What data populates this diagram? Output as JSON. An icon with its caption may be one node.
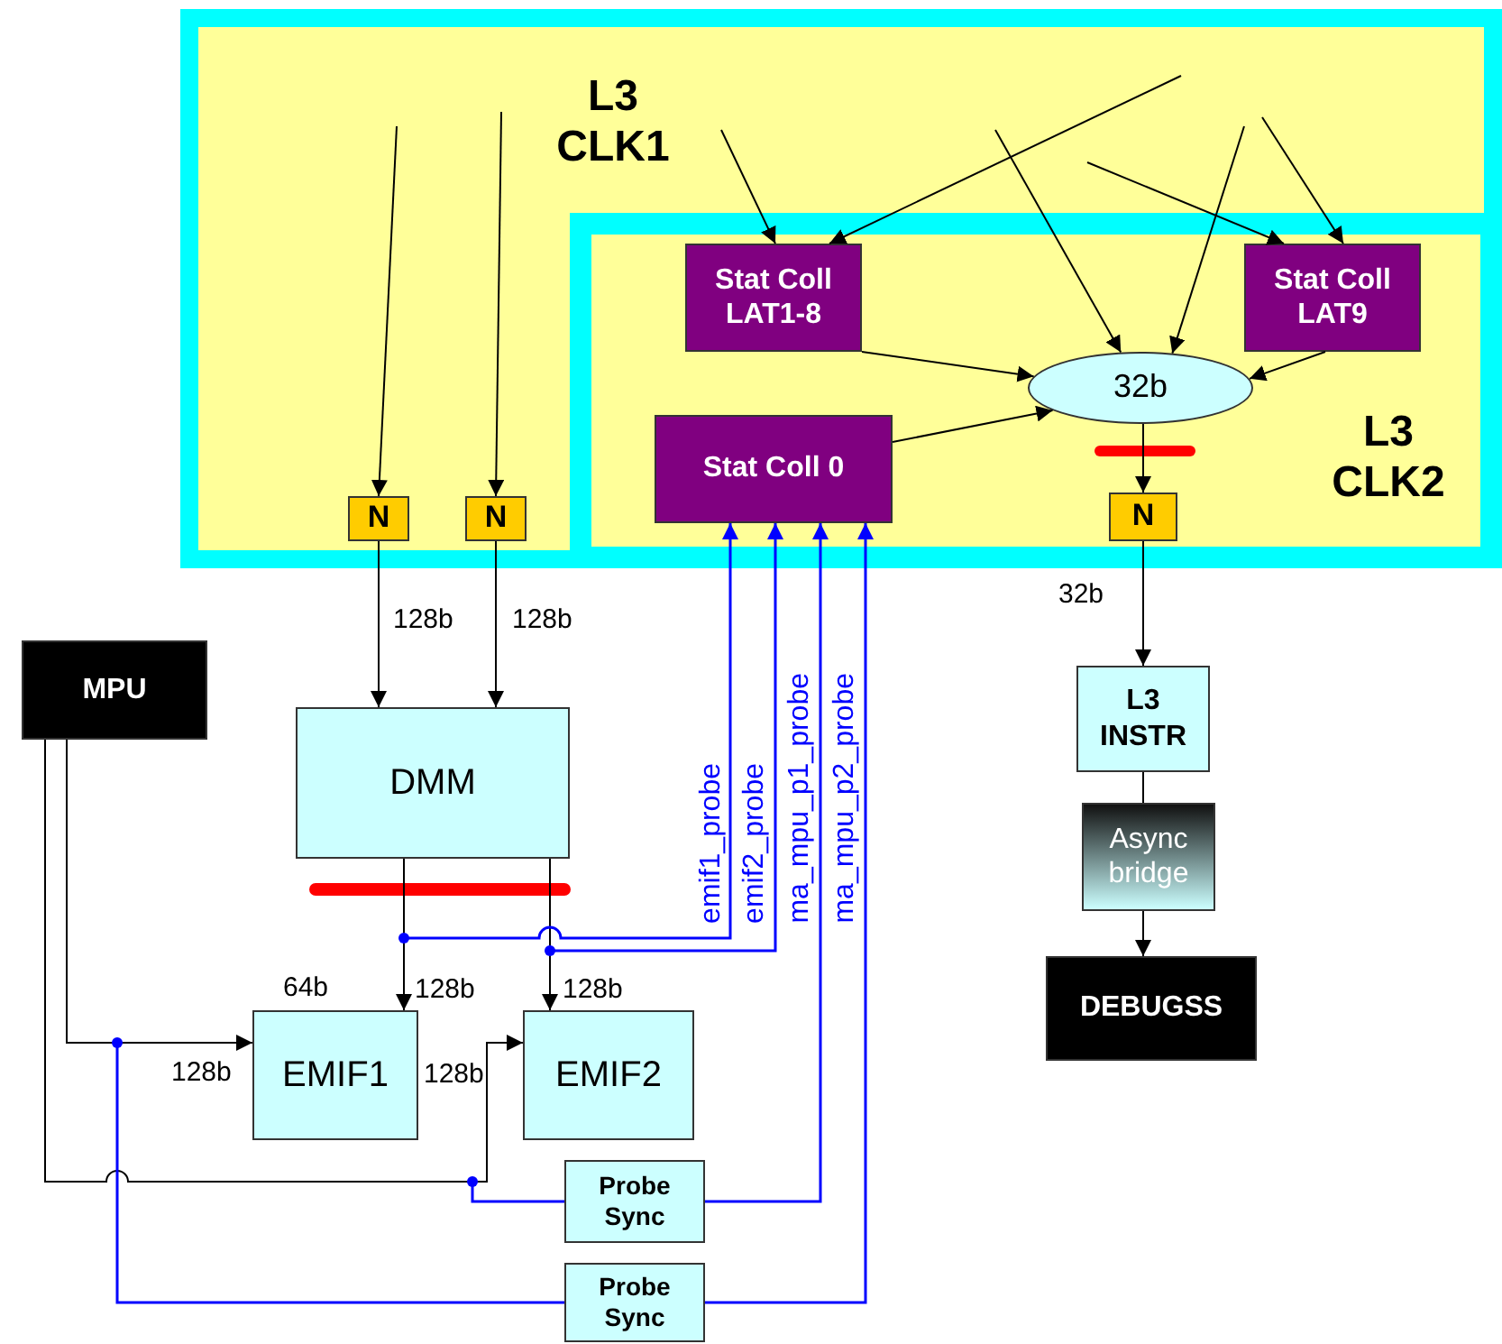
{
  "diagram": {
    "nodes": [
      {
        "text": [
          "L3 CLK1"
        ]
      },
      {
        "text": [
          "L3 CLK2"
        ],
        "in": 0
      },
      {
        "text": [
          "N"
        ],
        "in": 0
      },
      {
        "text": [
          "N"
        ],
        "in": 0
      },
      {
        "text": [
          "Stat Coll LAT1-8"
        ],
        "in": 1
      },
      {
        "text": [
          "Stat Coll LAT9"
        ],
        "in": 1
      },
      {
        "text": [
          "Stat Coll 0"
        ],
        "in": 1
      },
      {
        "text": [
          "32b"
        ],
        "in": 1
      },
      {
        "text": [
          "N"
        ],
        "in": 1
      },
      {
        "text": [
          "MPU"
        ]
      },
      {
        "text": [
          "DMM"
        ]
      },
      {
        "text": [
          "EMIF1"
        ],
        "beside": [
          "64b"
        ]
      },
      {
        "text": [
          "EMIF2"
        ]
      },
      {
        "text": [
          "L3 INSTR"
        ]
      },
      {
        "text": [
          "Async bridge"
        ]
      },
      {
        "text": [
          "DEBUGSS"
        ]
      },
      {
        "text": [
          "Probe Sync"
        ]
      },
      {
        "text": [
          "Probe Sync"
        ]
      }
    ],
    "edges": [
      {
        "from": null,
        "to": 2,
        "arrow": "to"
      },
      {
        "from": null,
        "to": 3,
        "arrow": "to"
      },
      {
        "from": null,
        "to": 4,
        "arrow": "to"
      },
      {
        "from": null,
        "to": 4,
        "arrow": "to"
      },
      {
        "from": null,
        "to": 7,
        "arrow": "to"
      },
      {
        "from": null,
        "to": 7,
        "arrow": "to"
      },
      {
        "from": null,
        "to": 5,
        "arrow": "to"
      },
      {
        "from": null,
        "to": 5,
        "arrow": "to"
      },
      {
        "from": 4,
        "to": 7,
        "arrow": "to"
      },
      {
        "from": 5,
        "to": 7,
        "arrow": "to"
      },
      {
        "from": 6,
        "to": 7,
        "arrow": "to"
      },
      {
        "from": 7,
        "to": 8,
        "arrow": "to"
      },
      {
        "from": 2,
        "to": 10,
        "arrow": "to",
        "label": "128b"
      },
      {
        "from": 3,
        "to": 10,
        "arrow": "to",
        "label": "128b"
      },
      {
        "from": 8,
        "to": 13,
        "arrow": "to",
        "label": "32b"
      },
      {
        "from": 13,
        "to": 14,
        "arrow": "none"
      },
      {
        "from": 14,
        "to": 15,
        "arrow": "to"
      },
      {
        "from": 10,
        "to": 11,
        "arrow": "to",
        "label": "128b"
      },
      {
        "from": 10,
        "to": 12,
        "arrow": "to",
        "label": "128b"
      },
      {
        "from": 9,
        "to": 11,
        "arrow": "to",
        "label": "128b"
      },
      {
        "from": 9,
        "to": 12,
        "arrow": "to",
        "label": "128b"
      },
      {
        "from": null,
        "to": 6,
        "arrow": "to",
        "label": "emif1_probe",
        "color": "#0000ff"
      },
      {
        "from": null,
        "to": 6,
        "arrow": "to",
        "label": "emif2_probe",
        "color": "#0000ff"
      },
      {
        "from": 16,
        "to": 6,
        "arrow": "to",
        "label": "ma_mpu_p1_probe",
        "color": "#0000ff"
      },
      {
        "from": 17,
        "to": 6,
        "arrow": "to",
        "label": "ma_mpu_p2_probe",
        "color": "#0000ff"
      },
      {
        "from": null,
        "to": 16,
        "arrow": "other",
        "color": "#0000ff"
      },
      {
        "from": null,
        "to": 17,
        "arrow": "other",
        "color": "#0000ff"
      }
    ]
  }
}
